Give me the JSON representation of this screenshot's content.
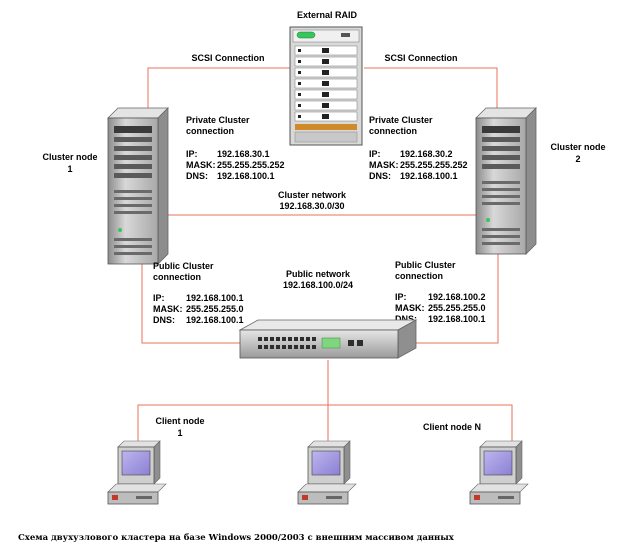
{
  "raid": {
    "title": "External RAID"
  },
  "scsi": {
    "left": "SCSI Connection",
    "right": "SCSI Connection"
  },
  "node1": {
    "line1": "Cluster node",
    "line2": "1"
  },
  "node2": {
    "line1": "Cluster node",
    "line2": "2"
  },
  "private_left": {
    "title1": "Private Cluster",
    "title2": "connection",
    "ip_label": "IP:",
    "ip": "192.168.30.1",
    "mask_label": "MASK:",
    "mask": "255.255.255.252",
    "dns_label": "DNS:",
    "dns": "192.168.100.1"
  },
  "private_right": {
    "title1": "Private Cluster",
    "title2": "connection",
    "ip_label": "IP:",
    "ip": "192.168.30.2",
    "mask_label": "MASK:",
    "mask": "255.255.255.252",
    "dns_label": "DNS:",
    "dns": "192.168.100.1"
  },
  "cluster_network": {
    "title": "Cluster network",
    "subnet": "192.168.30.0/30"
  },
  "public_left": {
    "title1": "Public Cluster",
    "title2": "connection",
    "ip_label": "IP:",
    "ip": "192.168.100.1",
    "mask_label": "MASK:",
    "mask": "255.255.255.0",
    "dns_label": "DNS:",
    "dns": "192.168.100.1"
  },
  "public_right": {
    "title1": "Public Cluster",
    "title2": "connection",
    "ip_label": "IP:",
    "ip": "192.168.100.2",
    "mask_label": "MASK:",
    "mask": "255.255.255.0",
    "dns_label": "DNS:",
    "dns": "192.168.100.1"
  },
  "public_network": {
    "title": "Public network",
    "subnet": "192.168.100.0/24"
  },
  "client1": {
    "line1": "Client node",
    "line2": "1"
  },
  "clientN": {
    "line1": "Client node N"
  },
  "caption": "Схема двухузлового кластера на базе Windows 2000/2003 с внешним массивом данных",
  "colors": {
    "link": "#e8735a",
    "server": "#c9c9c9",
    "monitor_screen": "#a79ce0",
    "switch": "#bcbcbc"
  }
}
